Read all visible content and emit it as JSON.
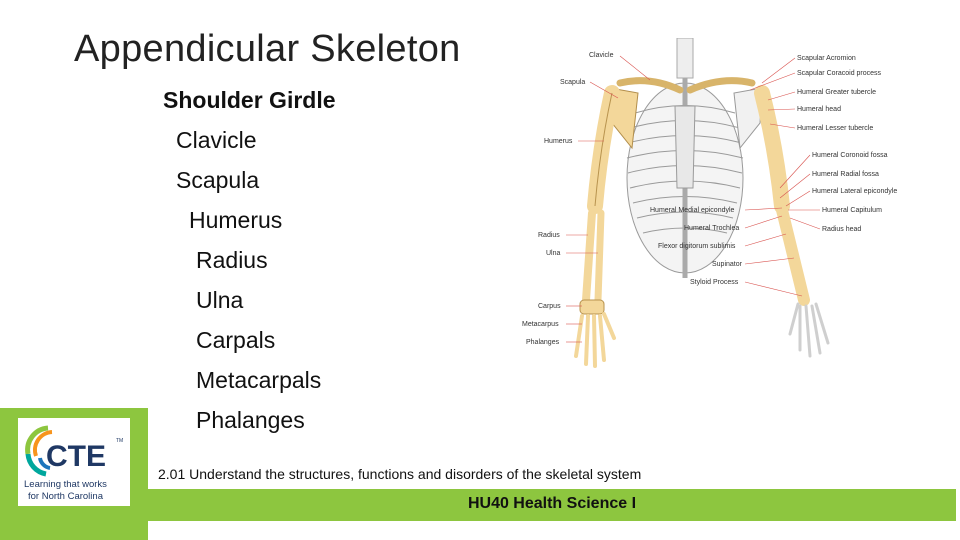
{
  "slide": {
    "title": "Appendicular Skeleton",
    "bullets": [
      {
        "text": "Shoulder Girdle",
        "bold": true
      },
      {
        "text": "Clavicle",
        "bold": false
      },
      {
        "text": "Scapula",
        "bold": false
      },
      {
        "text": "Humerus",
        "bold": false
      },
      {
        "text": "Radius",
        "bold": false
      },
      {
        "text": "Ulna",
        "bold": false
      },
      {
        "text": "Carpals",
        "bold": false
      },
      {
        "text": "Metacarpals",
        "bold": false
      },
      {
        "text": "Phalanges",
        "bold": false
      }
    ],
    "standard_text": "2.01 Understand the structures, functions and disorders of the skeletal system",
    "footer_text": "HU40 Health Science I"
  },
  "logo": {
    "name": "CTE",
    "tagline_1": "Learning that works",
    "tagline_2": "for North Carolina",
    "trademark": "TM",
    "colors": {
      "green": "#8dc63f",
      "orange": "#f7941d",
      "blue": "#1c75bc",
      "teal": "#00a79d",
      "navy": "#1f3864"
    }
  },
  "diagram": {
    "left_labels": [
      "Clavicle",
      "Scapula",
      "Humerus",
      "Radius",
      "Ulna",
      "Carpus",
      "Metacarpus",
      "Phalanges"
    ],
    "right_labels": [
      "Scapular Acromion",
      "Scapular Coracoid process",
      "Humeral Greater tubercle",
      "Humeral head",
      "Humeral Lesser tubercle",
      "Humeral Coronoid fossa",
      "Humeral Radial fossa",
      "Humeral Lateral epicondyle",
      "Humeral Capitulum",
      "Radius head"
    ],
    "center_labels": [
      "Humeral Medial epicondyle",
      "Humeral Trochlea",
      "Flexor digitorum sublimis",
      "Supinator",
      "Styloid Process"
    ],
    "colors": {
      "bone_highlight": "#f3d79a",
      "bone_outline": "#8a8a8a",
      "label_line": "#d9534f"
    }
  }
}
